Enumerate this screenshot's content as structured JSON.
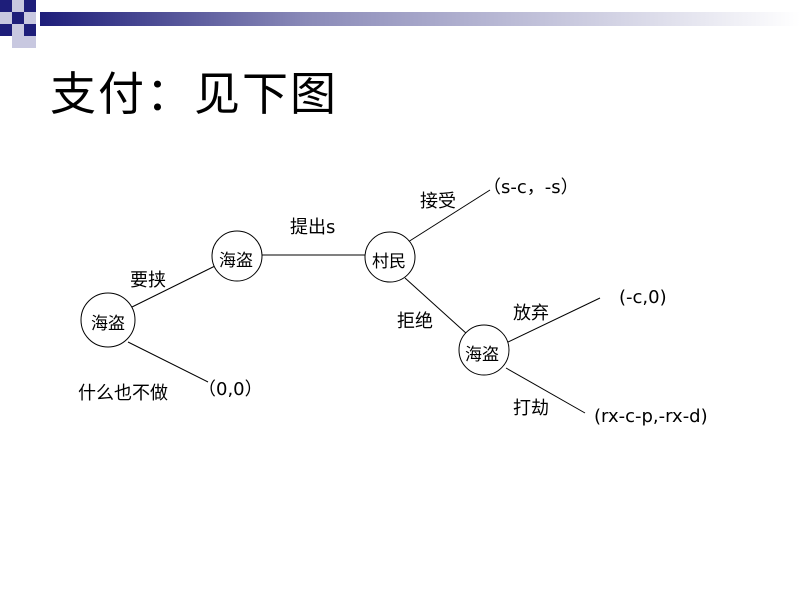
{
  "slide": {
    "title": "支付：见下图",
    "accent_color": "#1e1e7a"
  },
  "nodes": [
    {
      "id": "n1",
      "label": "海盗"
    },
    {
      "id": "n2",
      "label": "海盗"
    },
    {
      "id": "n3",
      "label": "村民"
    },
    {
      "id": "n4",
      "label": "海盗"
    }
  ],
  "edges": [
    {
      "from": "n1",
      "to": "n2",
      "label": "要挟"
    },
    {
      "from": "n1",
      "to": "p1",
      "label": "什么也不做"
    },
    {
      "from": "n2",
      "to": "n3",
      "label": "提出s"
    },
    {
      "from": "n3",
      "to": "p2",
      "label": "接受"
    },
    {
      "from": "n3",
      "to": "n4",
      "label": "拒绝"
    },
    {
      "from": "n4",
      "to": "p3",
      "label": "放弃"
    },
    {
      "from": "n4",
      "to": "p4",
      "label": "打劫"
    }
  ],
  "payoffs": [
    {
      "id": "p1",
      "text": "（0,0）"
    },
    {
      "id": "p2",
      "text": "（s-c，-s）"
    },
    {
      "id": "p3",
      "text": "(-c,0)"
    },
    {
      "id": "p4",
      "text": "(rx-c-p,-rx-d)"
    }
  ]
}
